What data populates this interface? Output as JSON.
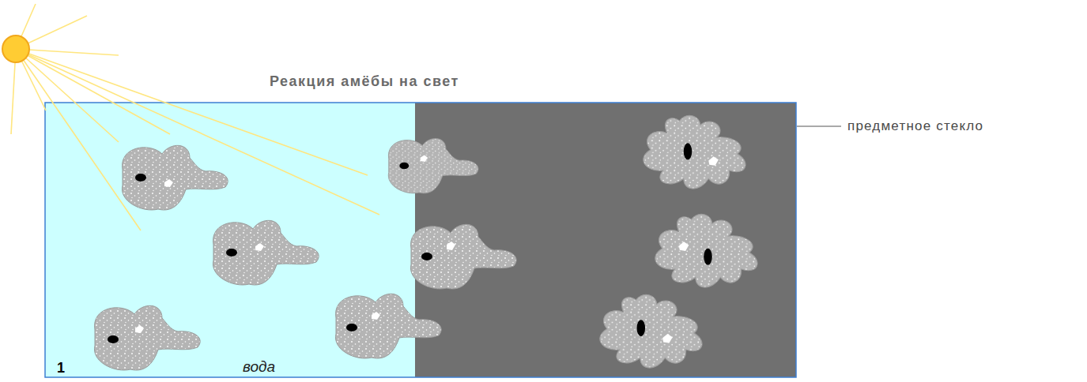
{
  "diagram": {
    "title": "Реакция амёбы на свет",
    "labels": [
      "предметное стекло",
      "1",
      "вода"
    ]
  }
}
